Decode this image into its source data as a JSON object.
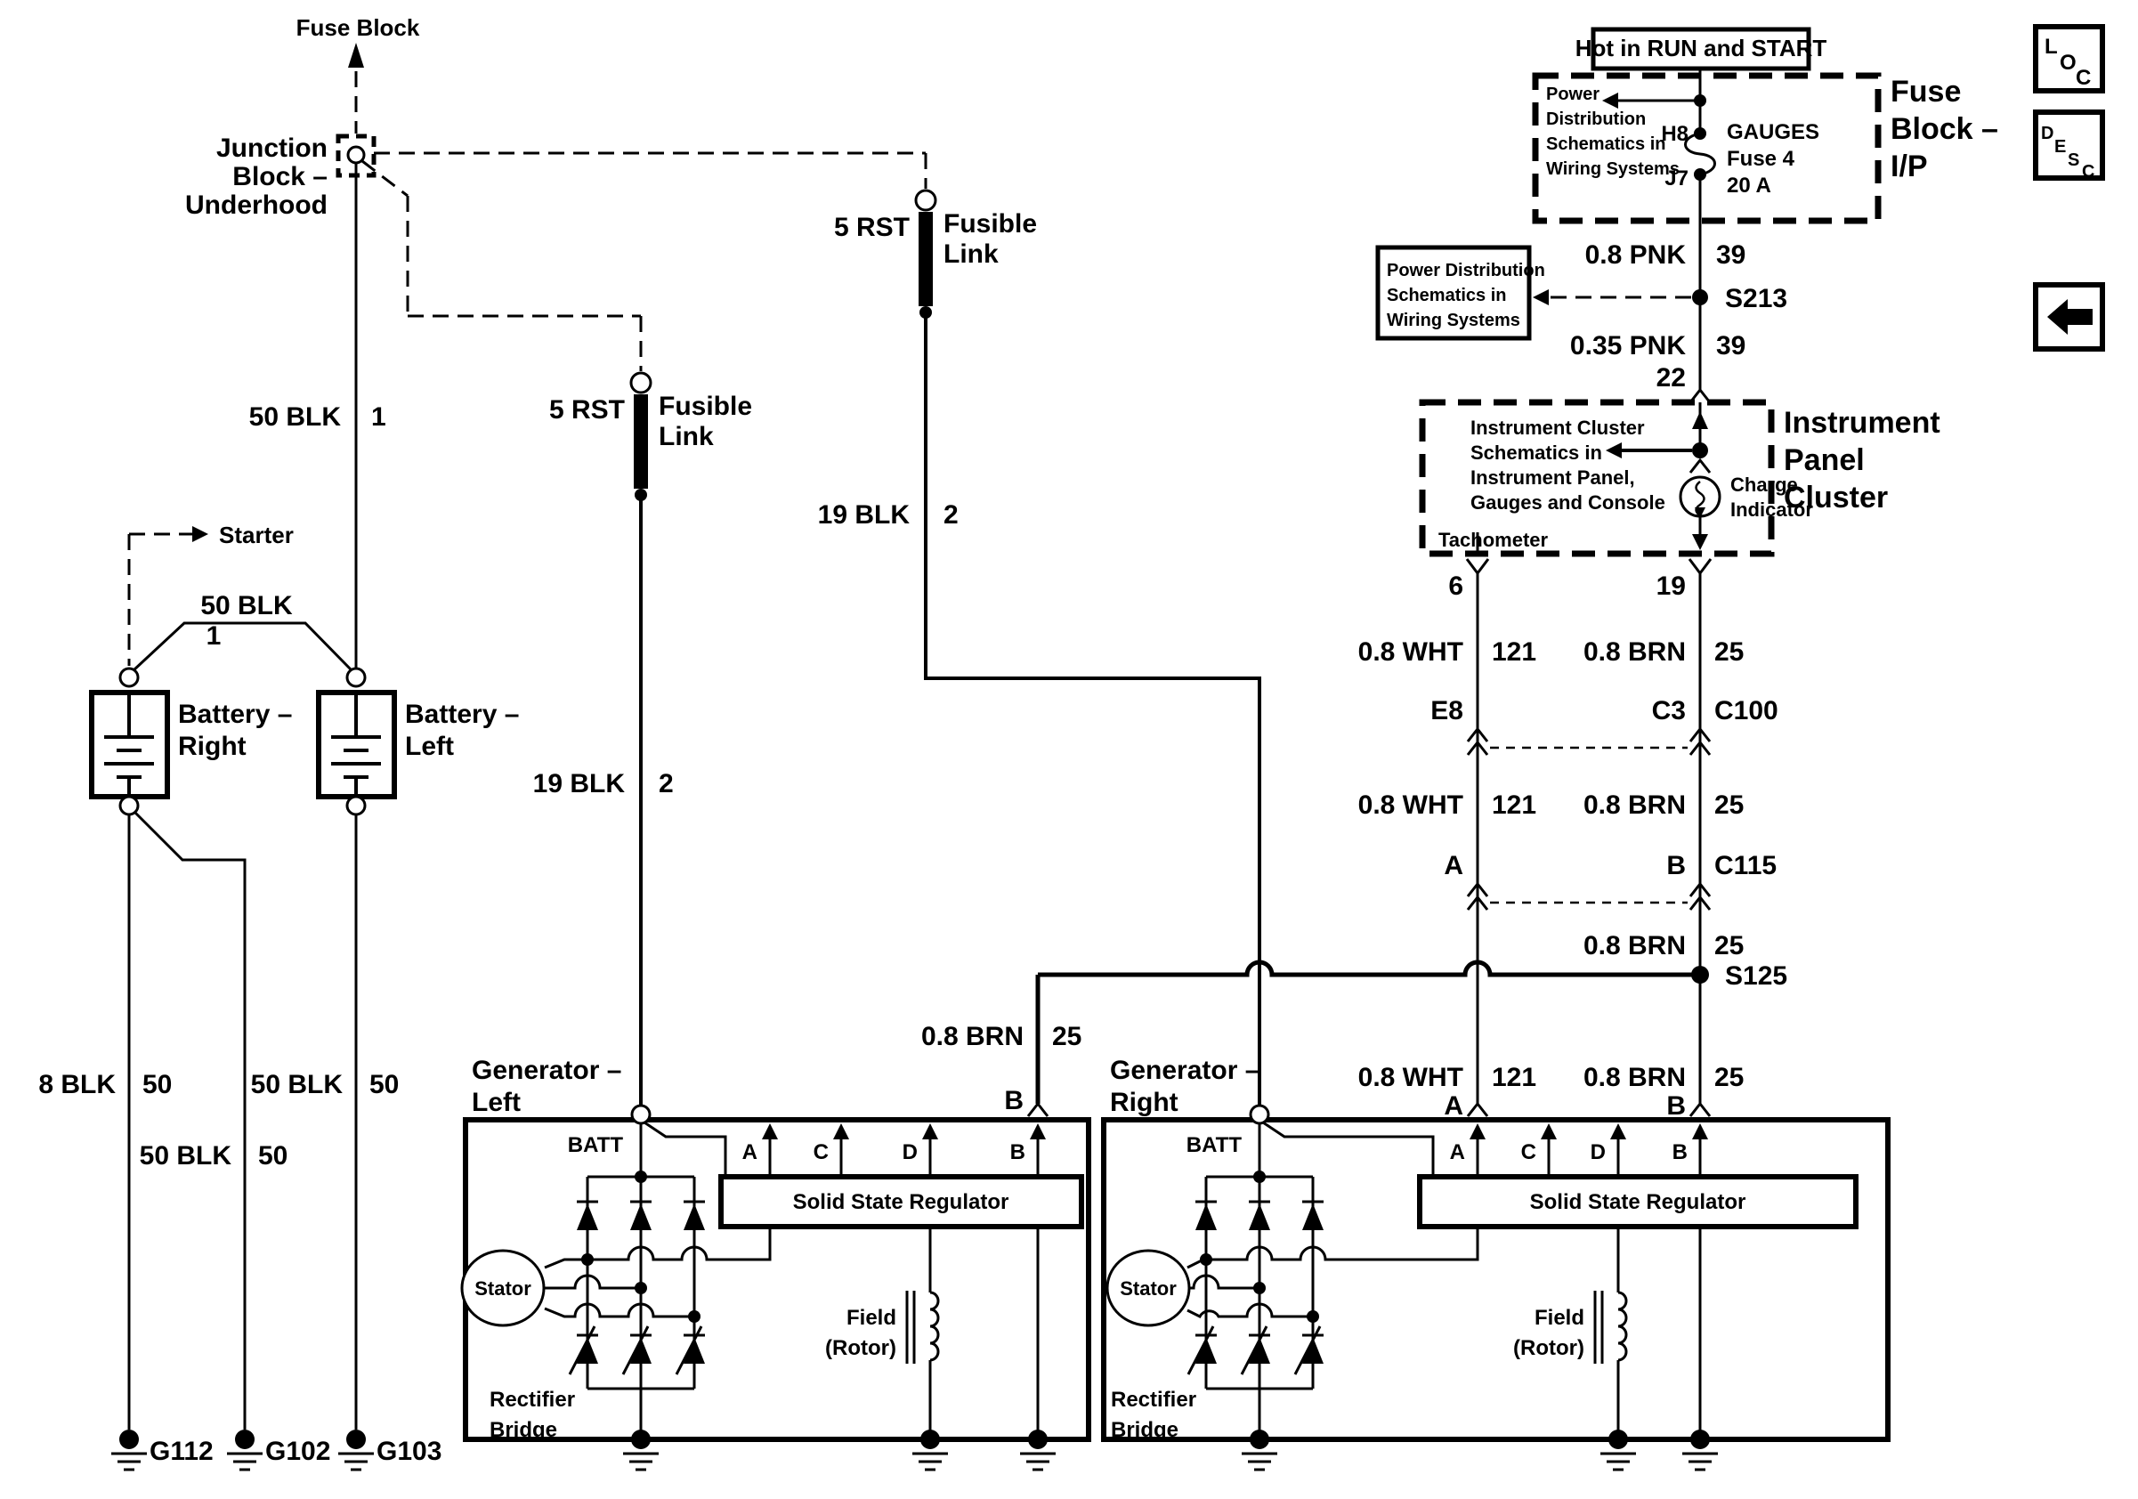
{
  "meta": {
    "colors": {
      "ink": "#000000",
      "background": "#ffffff"
    }
  },
  "labels": {
    "fuse_block": "Fuse Block",
    "junction_block": [
      "Junction",
      "Block –",
      "Underhood"
    ],
    "w50blk": "50 BLK",
    "c1": "1",
    "starter": "Starter",
    "battery_right": [
      "Battery –",
      "Right"
    ],
    "battery_left": [
      "Battery –",
      "Left"
    ],
    "w8blk": "8 BLK",
    "c50": "50",
    "grounds": [
      "G112",
      "G102",
      "G103"
    ],
    "fusible": {
      "size": "5 RST",
      "l1": "Fusible",
      "l2": "Link"
    },
    "w19blk": "19 BLK",
    "c2": "2",
    "hot": "Hot in RUN and START",
    "fuse_ip": {
      "pd": [
        "Power",
        "Distribution",
        "Schematics in",
        "Wiring Systems"
      ],
      "h8": "H8",
      "j7": "J7",
      "fuse": [
        "GAUGES",
        "Fuse 4",
        "20 A"
      ],
      "name": [
        "Fuse",
        "Block –",
        "I/P"
      ]
    },
    "pd_box": [
      "Power Distribution",
      "Schematics in",
      "Wiring Systems"
    ],
    "w08pnk": "0.8 PNK",
    "c39": "39",
    "s213": "S213",
    "w035pnk": "0.35 PNK",
    "p22": "22",
    "cluster": {
      "schem": [
        "Instrument Cluster",
        "Schematics in",
        "Instrument Panel,",
        "Gauges and Console"
      ],
      "charge": [
        "Charge",
        "Indicator"
      ],
      "tach": "Tachometer",
      "name": [
        "Instrument",
        "Panel",
        "Cluster"
      ],
      "p6": "6",
      "p19": "19"
    },
    "w08wht": "0.8 WHT",
    "c121": "121",
    "w08brn": "0.8 BRN",
    "c25": "25",
    "conn": {
      "e8": "E8",
      "c3": "C3",
      "c100": "C100",
      "a": "A",
      "b": "B",
      "c115": "C115",
      "s125": "S125"
    },
    "gen": {
      "left": [
        "Generator –",
        "Left"
      ],
      "right": [
        "Generator –",
        "Right"
      ],
      "batt": "BATT",
      "a": "A",
      "c": "C",
      "d": "D",
      "b": "B",
      "reg": "Solid State Regulator",
      "stator": "Stator",
      "rect": [
        "Rectifier",
        "Bridge"
      ],
      "field": [
        "Field",
        "(Rotor)"
      ]
    },
    "corner": {
      "loc": [
        "L",
        "O",
        "C"
      ],
      "desc": [
        "D",
        "E",
        "S",
        "C"
      ]
    }
  }
}
